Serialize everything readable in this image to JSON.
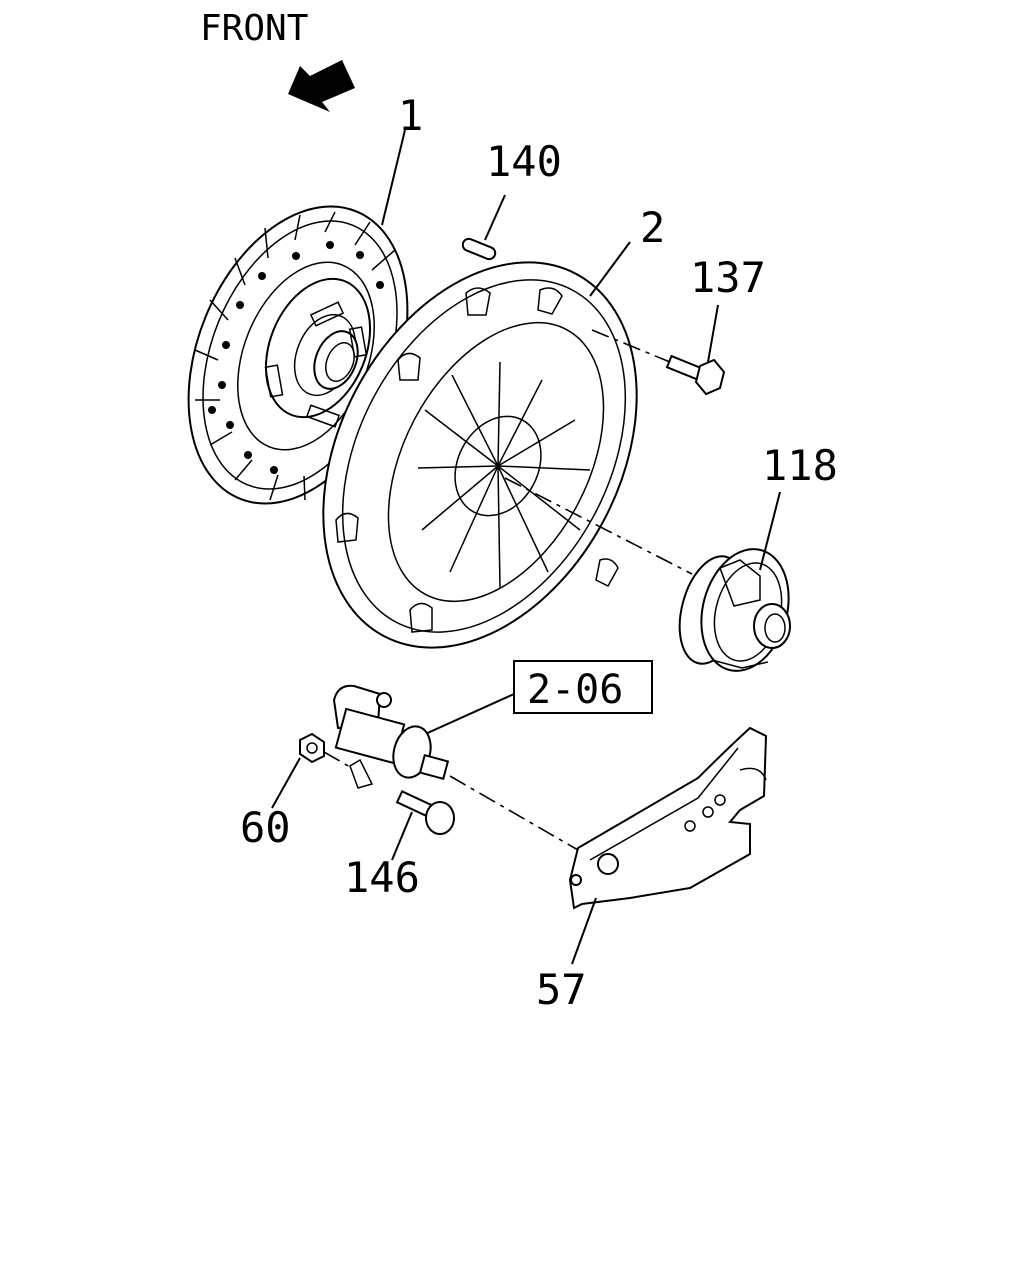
{
  "orientation": {
    "label": "FRONT",
    "icon": "arrow-front-icon"
  },
  "callouts": [
    {
      "id": "1",
      "part": "clutch-disc"
    },
    {
      "id": "140",
      "part": "dowel-pin"
    },
    {
      "id": "2",
      "part": "pressure-plate"
    },
    {
      "id": "137",
      "part": "bolt"
    },
    {
      "id": "118",
      "part": "release-bearing"
    },
    {
      "id": "2-06",
      "part": "slave-cylinder-reference",
      "boxed": true
    },
    {
      "id": "60",
      "part": "nut"
    },
    {
      "id": "146",
      "part": "bolt"
    },
    {
      "id": "57",
      "part": "release-fork"
    }
  ],
  "colors": {
    "line": "#000000",
    "background": "#ffffff"
  }
}
